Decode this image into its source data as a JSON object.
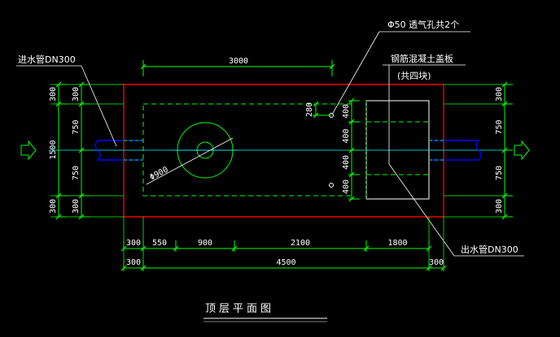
{
  "colors": {
    "background": "#000000",
    "dimension": "#00ff00",
    "outline": "#ff0000",
    "pipe": "#0000ff",
    "centerline": "#00ffff",
    "text": "#ffffff"
  },
  "labels": {
    "inlet_pipe": "进水管DN300",
    "outlet_pipe": "出水管DN300",
    "vent_holes": "Φ50 透气孔共2个",
    "cover_plate_line1": "钢筋混凝土盖板",
    "cover_plate_line2": "(共四块)",
    "diameter_mark": "Φ900",
    "drawing_title": "顶层平面图"
  },
  "dimensions": {
    "top_overall": "3000",
    "bottom_row1": [
      "300",
      "550",
      "900",
      "2100",
      "1800"
    ],
    "bottom_row2": [
      "300",
      "4500",
      "300"
    ],
    "left_inner": [
      "300",
      "750",
      "750",
      "300"
    ],
    "left_outer": [
      "300",
      "1500",
      "300"
    ],
    "right_side": [
      "300",
      "750",
      "750",
      "300"
    ],
    "right_inner": [
      "400",
      "400",
      "400",
      "400"
    ],
    "vent_offset": "280"
  }
}
